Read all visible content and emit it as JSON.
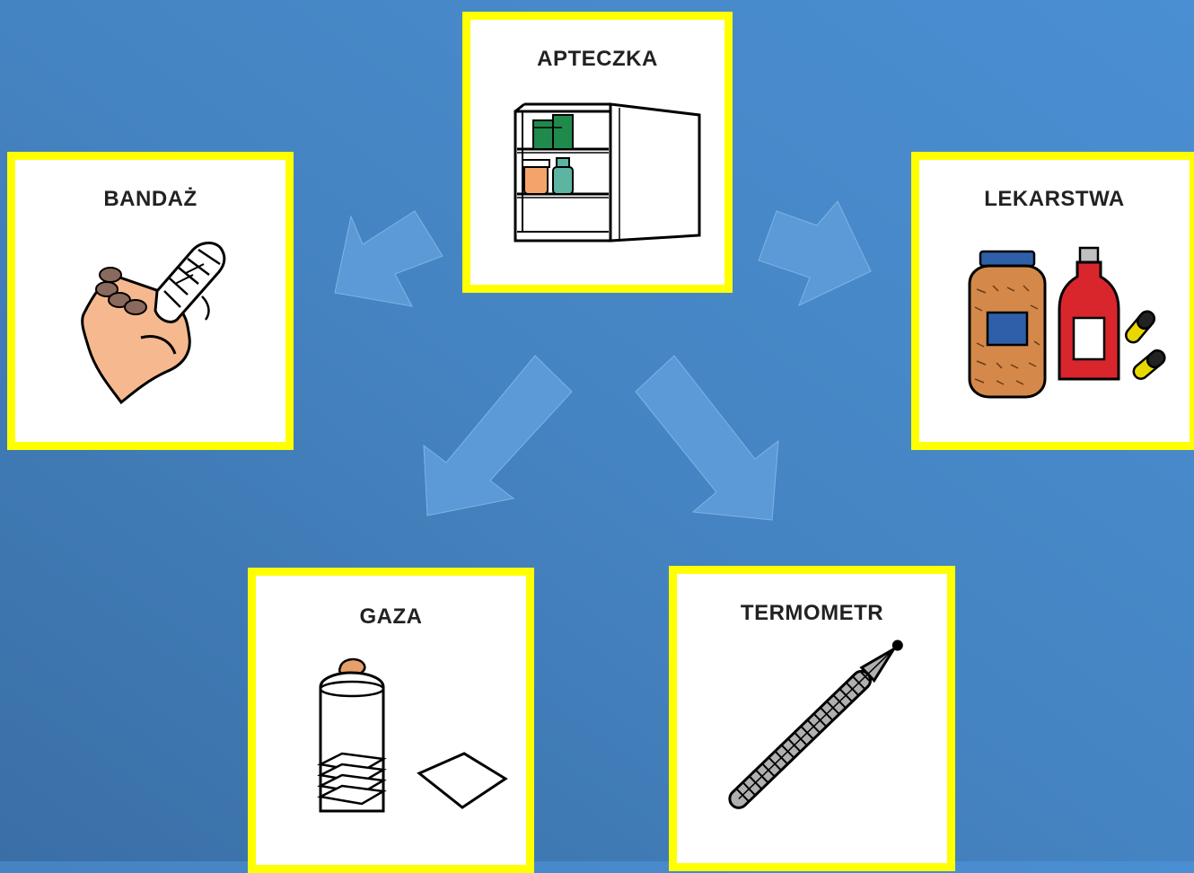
{
  "cards": {
    "apteczka": {
      "label": "APTECZKA",
      "icon": "medicine-cabinet-icon"
    },
    "bandaz": {
      "label": "BANDAŻ",
      "icon": "bandaged-finger-icon"
    },
    "lekarstwa": {
      "label": "LEKARSTWA",
      "icon": "medicine-bottles-icon"
    },
    "gaza": {
      "label": "GAZA",
      "icon": "gauze-icon"
    },
    "termometr": {
      "label": "TERMOMETR",
      "icon": "thermometer-icon"
    }
  },
  "colors": {
    "card_border": "#ffff00",
    "arrow": "#5b9ad6",
    "background": "#4584c2"
  }
}
